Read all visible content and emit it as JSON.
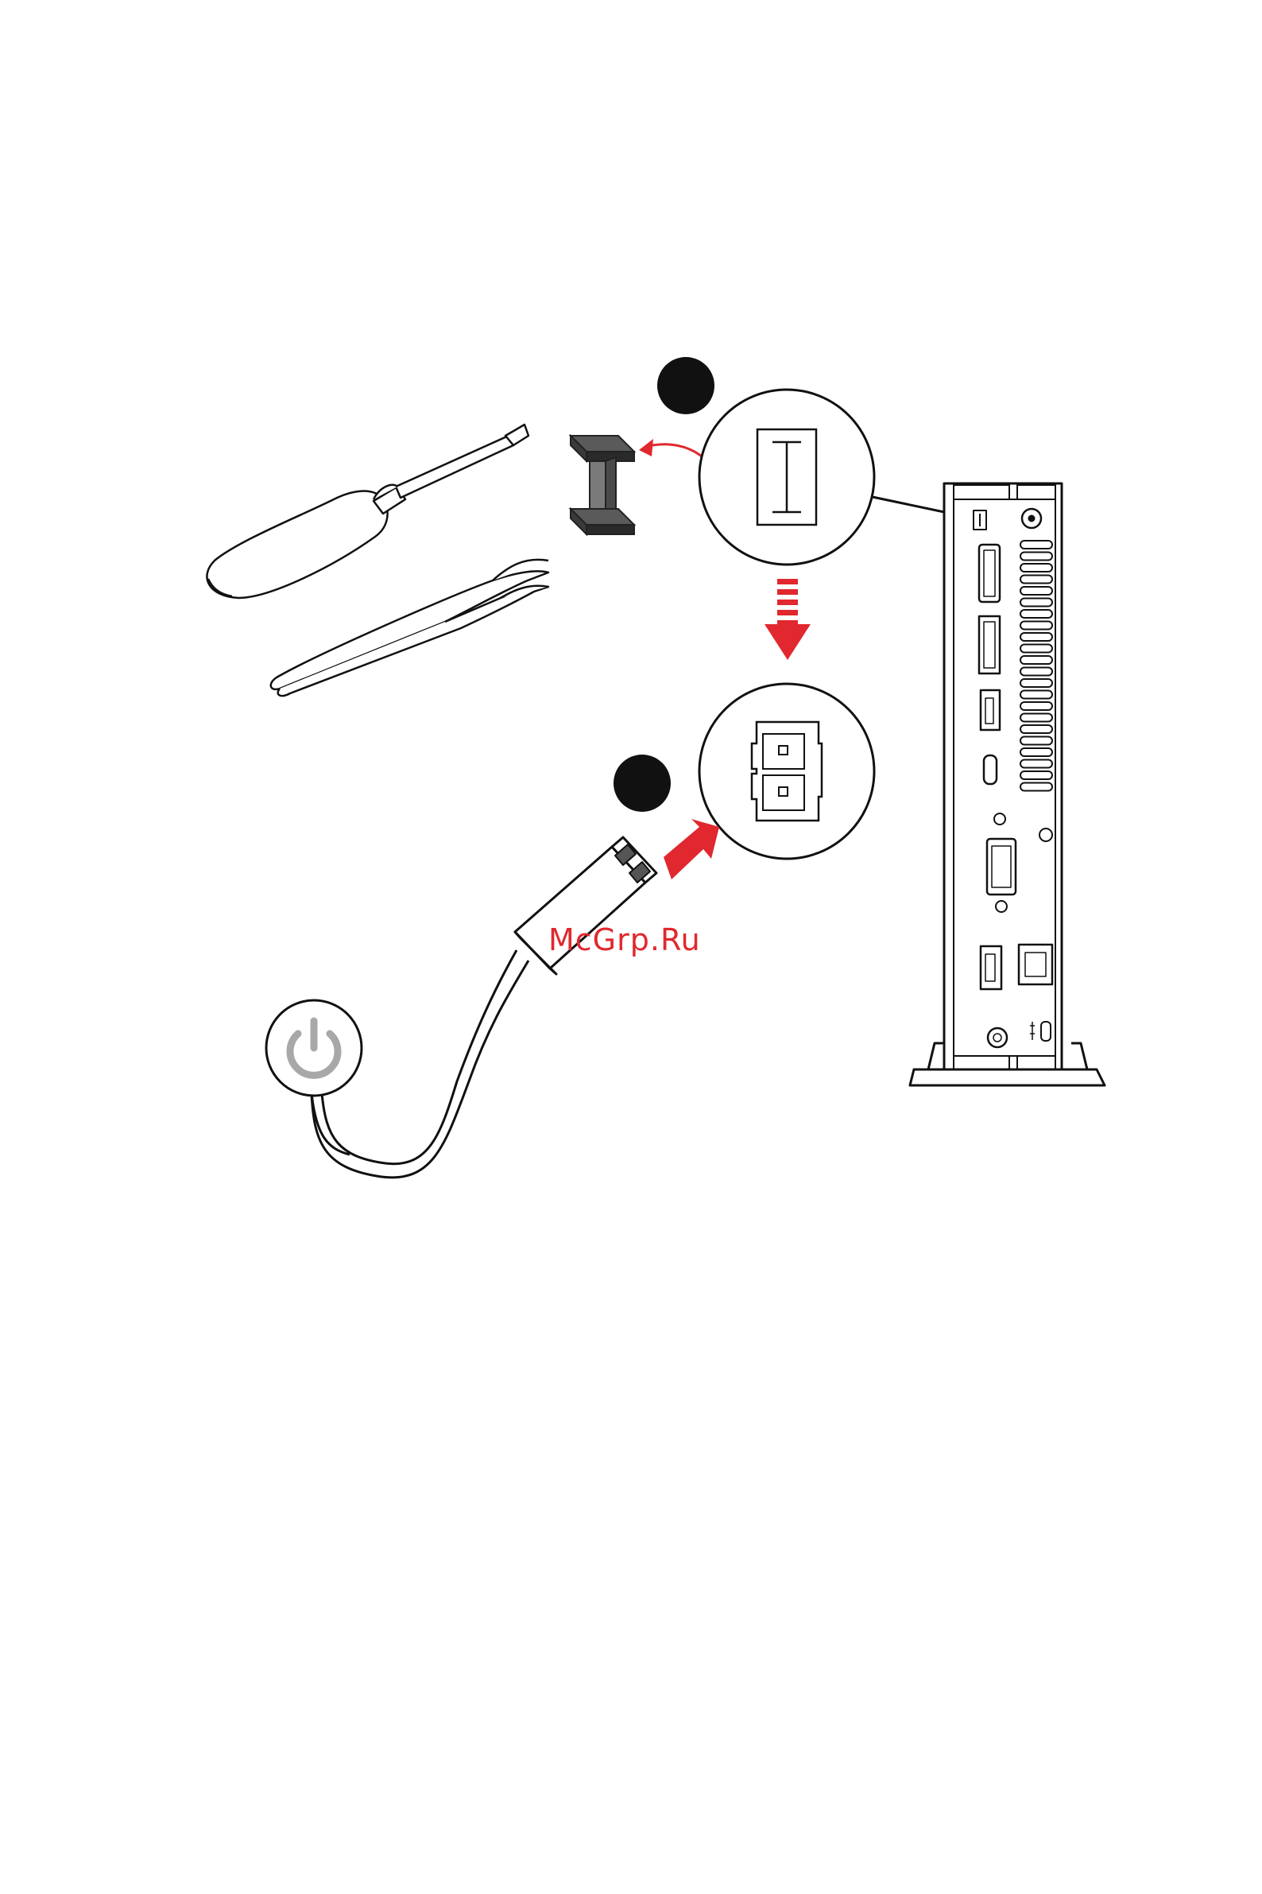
{
  "watermark": {
    "text": "McGrp.Ru",
    "color": "#e0282e"
  },
  "colors": {
    "accent_red": "#e0282e",
    "line": "#111111",
    "step_badge": "#111111",
    "power_icon": "#a8a8a8"
  },
  "steps": [
    {
      "name": "step-1-badge"
    },
    {
      "name": "step-2-badge"
    }
  ],
  "icons": [
    "screwdriver-icon",
    "tweezers-icon",
    "jumper-cap-icon",
    "power-button-icon",
    "connector-plug-icon",
    "mini-pc-icon"
  ]
}
